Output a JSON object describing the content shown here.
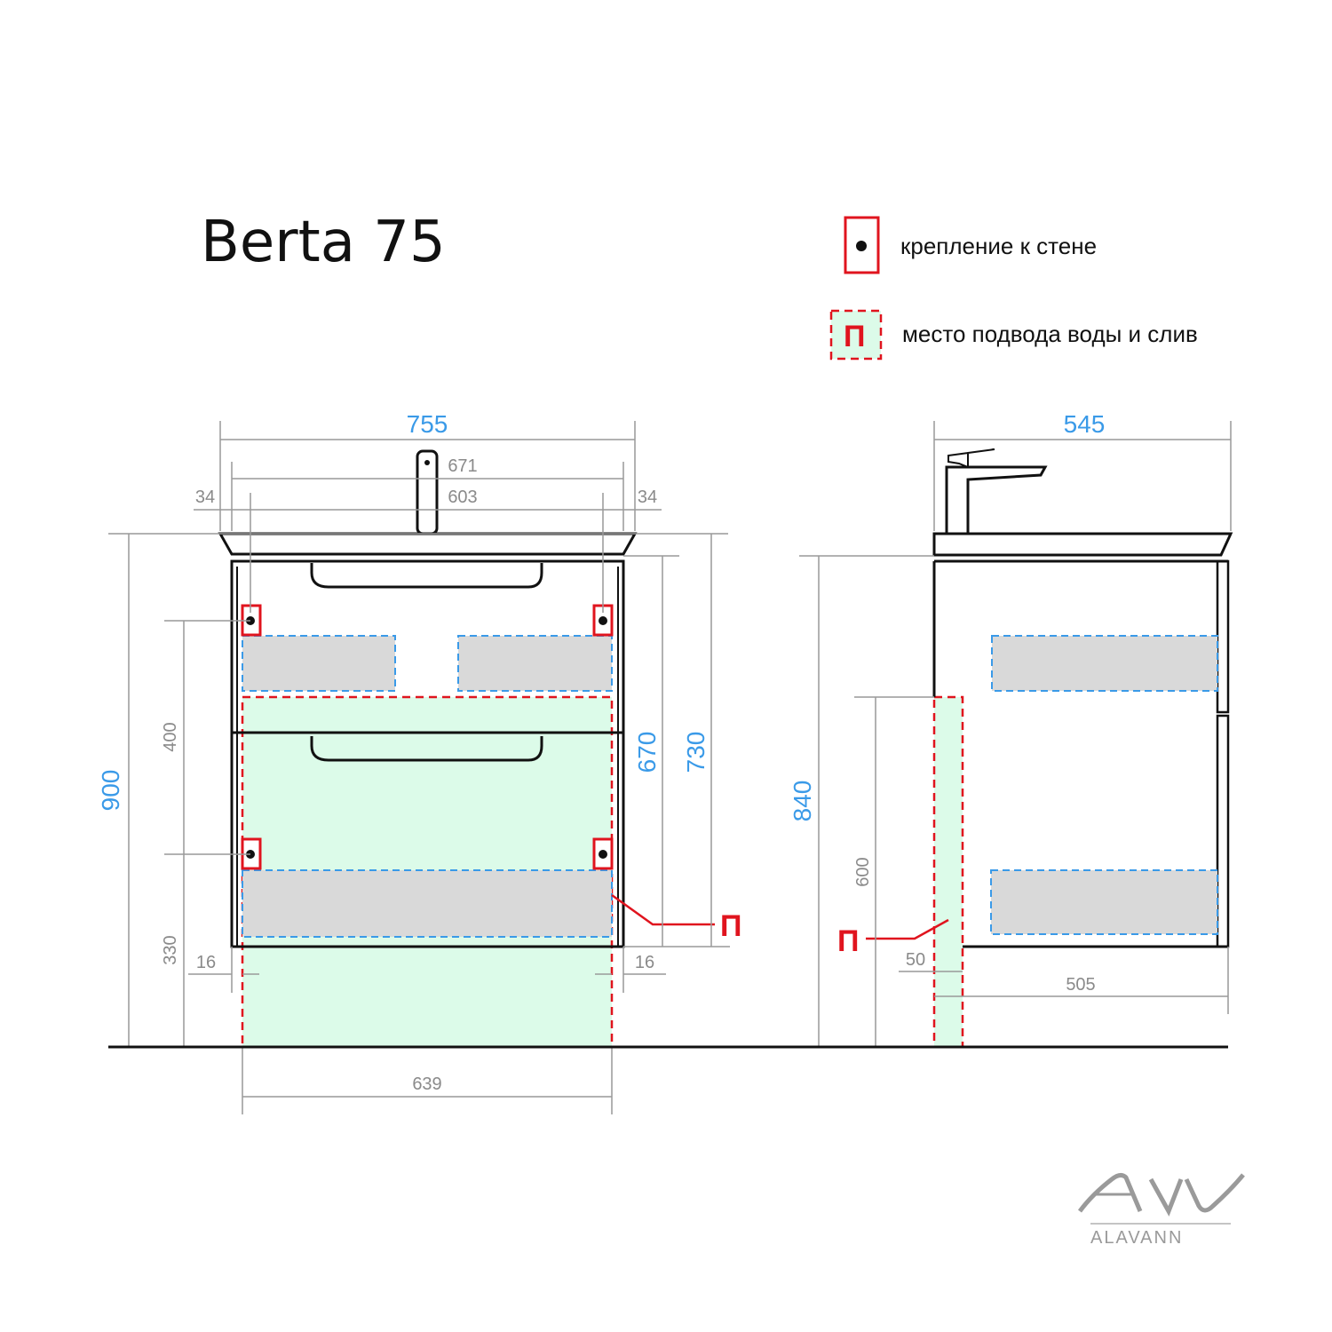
{
  "title": "Berta 75",
  "legend": {
    "wall_mount": "крепление к стене",
    "water_supply": "место подвода воды и слив",
    "water_symbol": "П"
  },
  "front_view": {
    "dimensions": {
      "overall_width": "755",
      "inner_width": "671",
      "hole_spacing": "603",
      "left_offset": "34",
      "right_offset": "34",
      "total_height": "900",
      "cabinet_height": "670",
      "height_with_sink": "730",
      "mount_spacing": "400",
      "lower_mount_height": "330",
      "left_inset": "16",
      "right_inset": "16",
      "supply_zone_width": "639"
    },
    "water_marker": "П"
  },
  "side_view": {
    "dimensions": {
      "depth": "545",
      "height": "840",
      "supply_height": "600",
      "supply_width": "50",
      "cabinet_depth": "505"
    },
    "water_marker": "П"
  },
  "colors": {
    "primary_dim": "#3a9ae8",
    "secondary_dim": "#8a8a8a",
    "mount_marker": "#e0141e",
    "supply_zone_fill": "#dcfbe9",
    "drawer_zone_fill": "#d9d9d9"
  },
  "logo": {
    "mark": "AW",
    "brand": "ALAVANN"
  }
}
